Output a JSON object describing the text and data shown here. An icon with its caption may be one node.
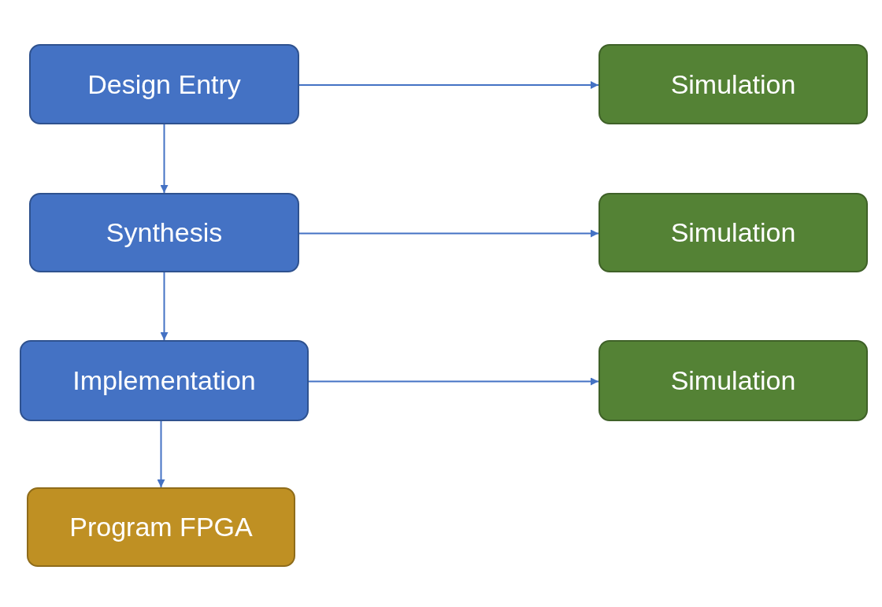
{
  "diagram": {
    "nodes": [
      {
        "text": [
          "Design Entry"
        ]
      },
      {
        "text": [
          "Simulation"
        ]
      },
      {
        "text": [
          "Synthesis"
        ]
      },
      {
        "text": [
          "Simulation"
        ]
      },
      {
        "text": [
          "Implementation"
        ]
      },
      {
        "text": [
          "Simulation"
        ]
      },
      {
        "text": [
          "Program FPGA"
        ]
      }
    ],
    "edges": [
      {
        "from": 0,
        "to": 1,
        "arrow": "to"
      },
      {
        "from": 0,
        "to": 2,
        "arrow": "to"
      },
      {
        "from": 2,
        "to": 3,
        "arrow": "to"
      },
      {
        "from": 2,
        "to": 4,
        "arrow": "to"
      },
      {
        "from": 4,
        "to": 5,
        "arrow": "to"
      },
      {
        "from": 4,
        "to": 6,
        "arrow": "to"
      }
    ]
  }
}
